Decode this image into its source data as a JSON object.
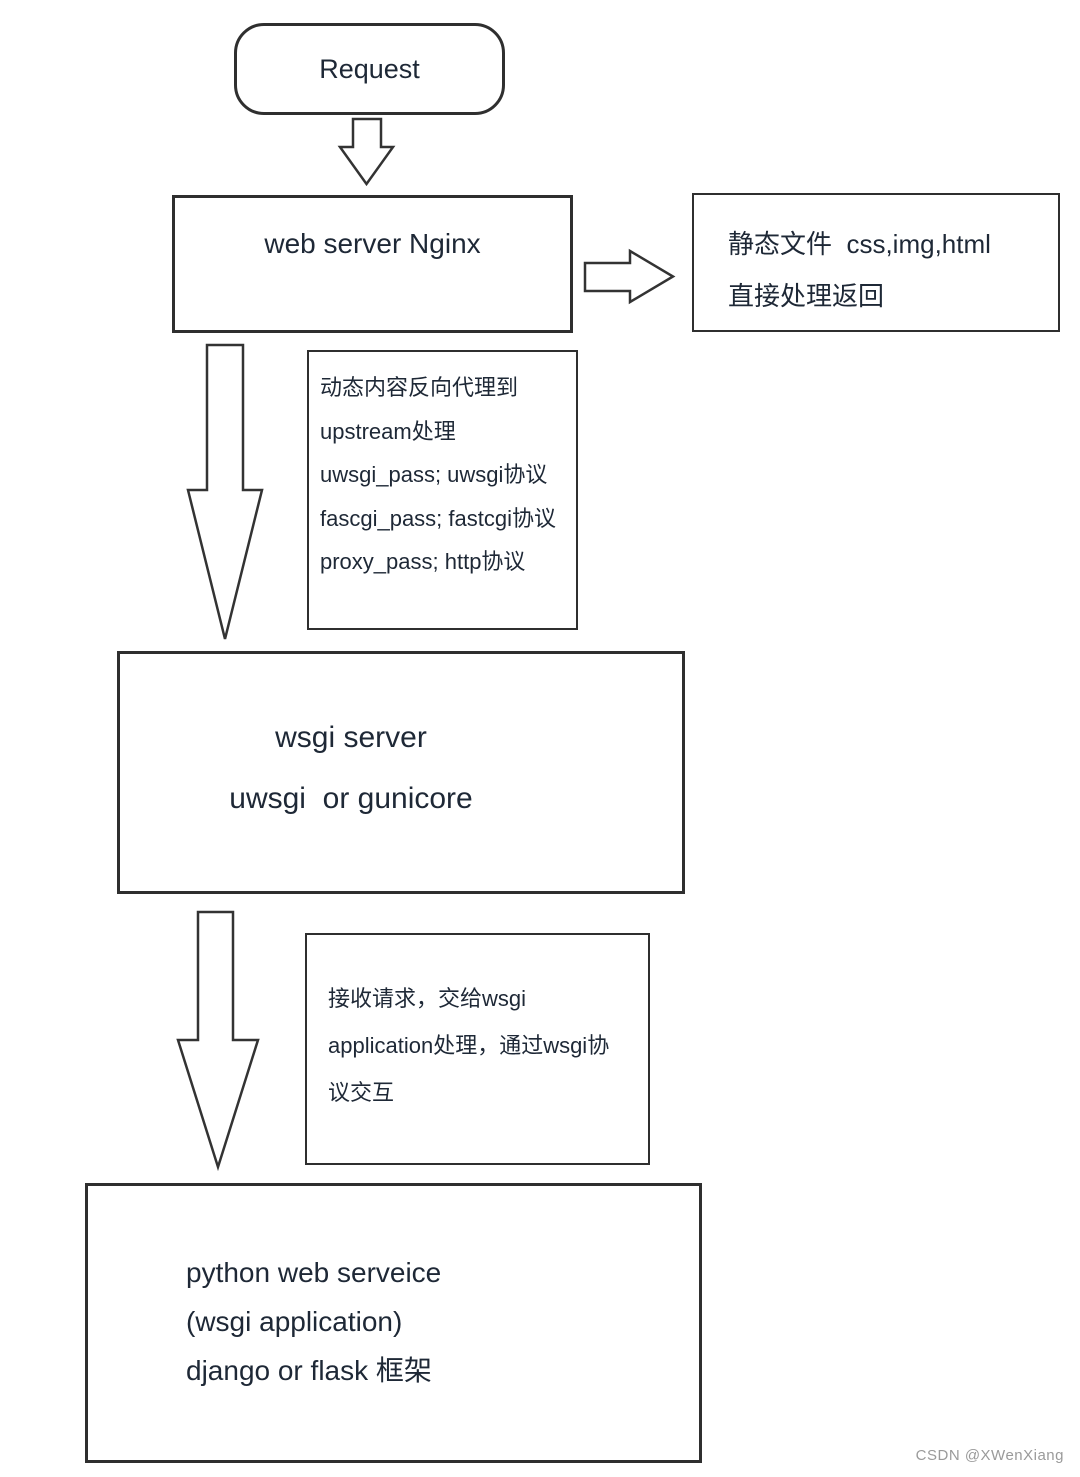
{
  "diagram": {
    "title": "nginx wsgi python web service flow",
    "request_box": {
      "label": "Request"
    },
    "nginx_box": {
      "label": "web server Nginx"
    },
    "static_note": {
      "lines": [
        "静态文件  css,img,html",
        "直接处理返回"
      ]
    },
    "proxy_note": {
      "lines": [
        "动态内容反向代理到",
        "upstream处理",
        "uwsgi_pass; uwsgi协议",
        "fascgi_pass; fastcgi协议",
        "proxy_pass; http协议"
      ]
    },
    "wsgi_box": {
      "lines": [
        "wsgi server",
        "uwsgi  or gunicore"
      ]
    },
    "wsgi_note": {
      "lines": [
        "接收请求，交给wsgi",
        "application处理，通过wsgi协",
        "议交互"
      ]
    },
    "python_box": {
      "lines": [
        "python web serveice",
        "(wsgi application)",
        "django or flask 框架"
      ]
    },
    "watermark": "CSDN @XWenXiang",
    "icons": {
      "request_to_nginx": "block-arrow-down",
      "nginx_to_static": "block-arrow-right",
      "nginx_to_wsgi": "block-arrow-down-long",
      "wsgi_to_python": "block-arrow-down-long"
    },
    "colors": {
      "background": "#ffffff",
      "border": "#2f2f2f",
      "text": "#1e2836",
      "watermark": "#9a9a9a"
    }
  }
}
